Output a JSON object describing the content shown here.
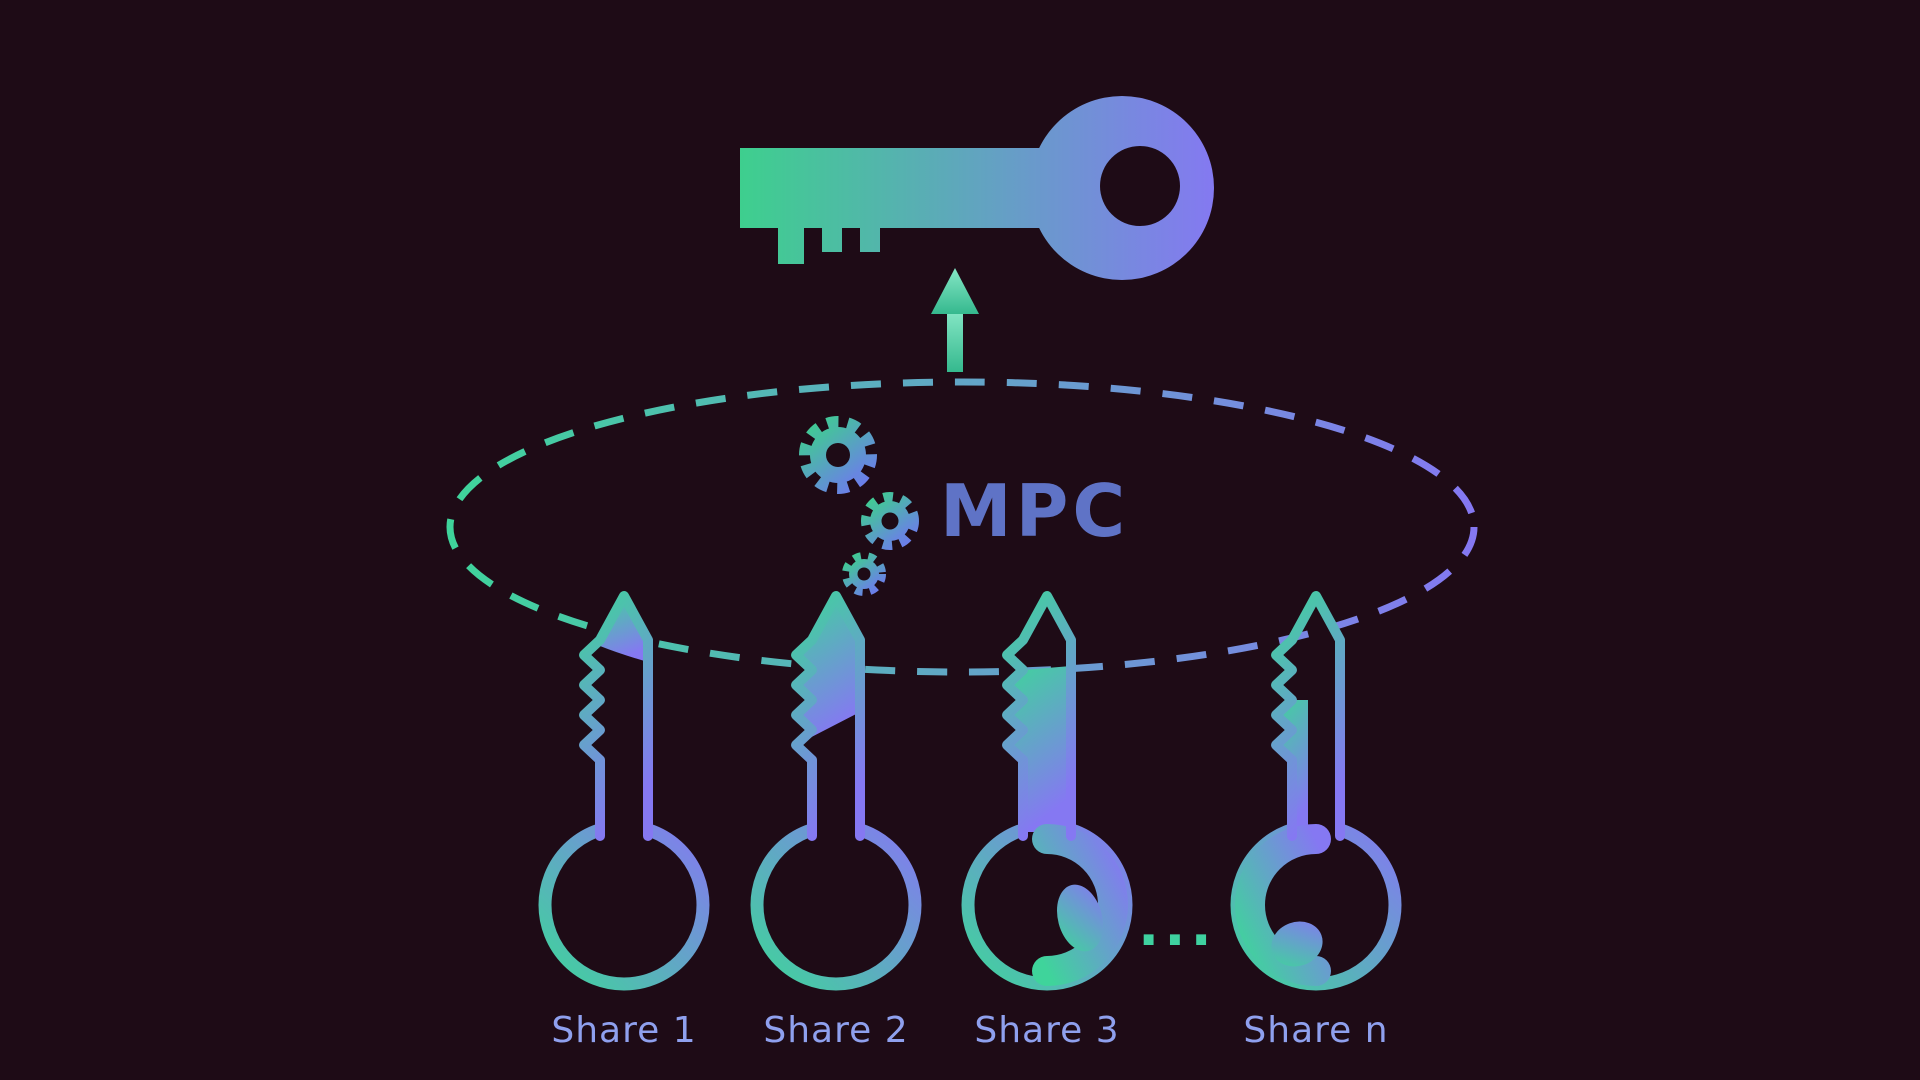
{
  "diagram": {
    "mpc_label": "MPC",
    "ellipsis": "...",
    "shares": [
      {
        "label": "Share 1"
      },
      {
        "label": "Share 2"
      },
      {
        "label": "Share 3"
      },
      {
        "label": "Share n"
      }
    ],
    "colors": {
      "background": "#1e0b16",
      "teal": "#3fd49b",
      "green": "#3ecf8e",
      "purple": "#8578f2",
      "mpc_text": "#5f73c6",
      "label_text": "#8fa0ee",
      "ellipsis_dots": "#3fd2a0",
      "arrow_bottom": "#35b98e",
      "arrow_top": "#86e7c6"
    }
  }
}
